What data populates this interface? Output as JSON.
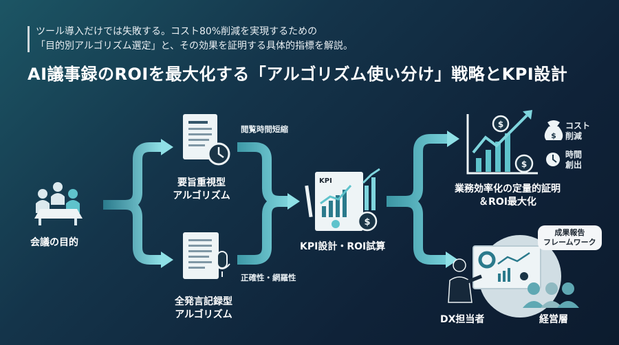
{
  "header": {
    "subtitle_line1": "ツール導入だけでは失敗する。コスト80%削減を実現するための",
    "subtitle_line2": "「目的別アルゴリズム選定」と、その効果を証明する具体的指標を解説。",
    "title": "AI議事録のROIを最大化する「アルゴリズム使い分け」戦略とKPI設計"
  },
  "flow": {
    "start_label": "会議の目的",
    "summary_algo": {
      "line1": "要旨重視型",
      "line2": "アルゴリズム",
      "note": "閲覧時間短縮"
    },
    "full_algo": {
      "line1": "全発言記録型",
      "line2": "アルゴリズム",
      "note": "正確性・網羅性"
    },
    "kpi_label": "KPI設計・ROI試算",
    "outcome": {
      "line1": "業務効率化の定量的証明",
      "line2": "＆ROI最大化"
    },
    "benefits": [
      {
        "icon": "money-bag-icon",
        "line1": "コスト",
        "line2": "削減"
      },
      {
        "icon": "clock-icon",
        "line1": "時間",
        "line2": "創出"
      }
    ],
    "report": {
      "bubble_line1": "成果報告",
      "bubble_line2": "フレームワーク",
      "presenter": "DX担当者",
      "audience": "経営層"
    }
  },
  "colors": {
    "accent_teal": "#5fc3cc",
    "arrow_dark": "#2b7a8c",
    "arrow_light": "#8fe0e6",
    "icon_fill": "#dce9ee"
  }
}
